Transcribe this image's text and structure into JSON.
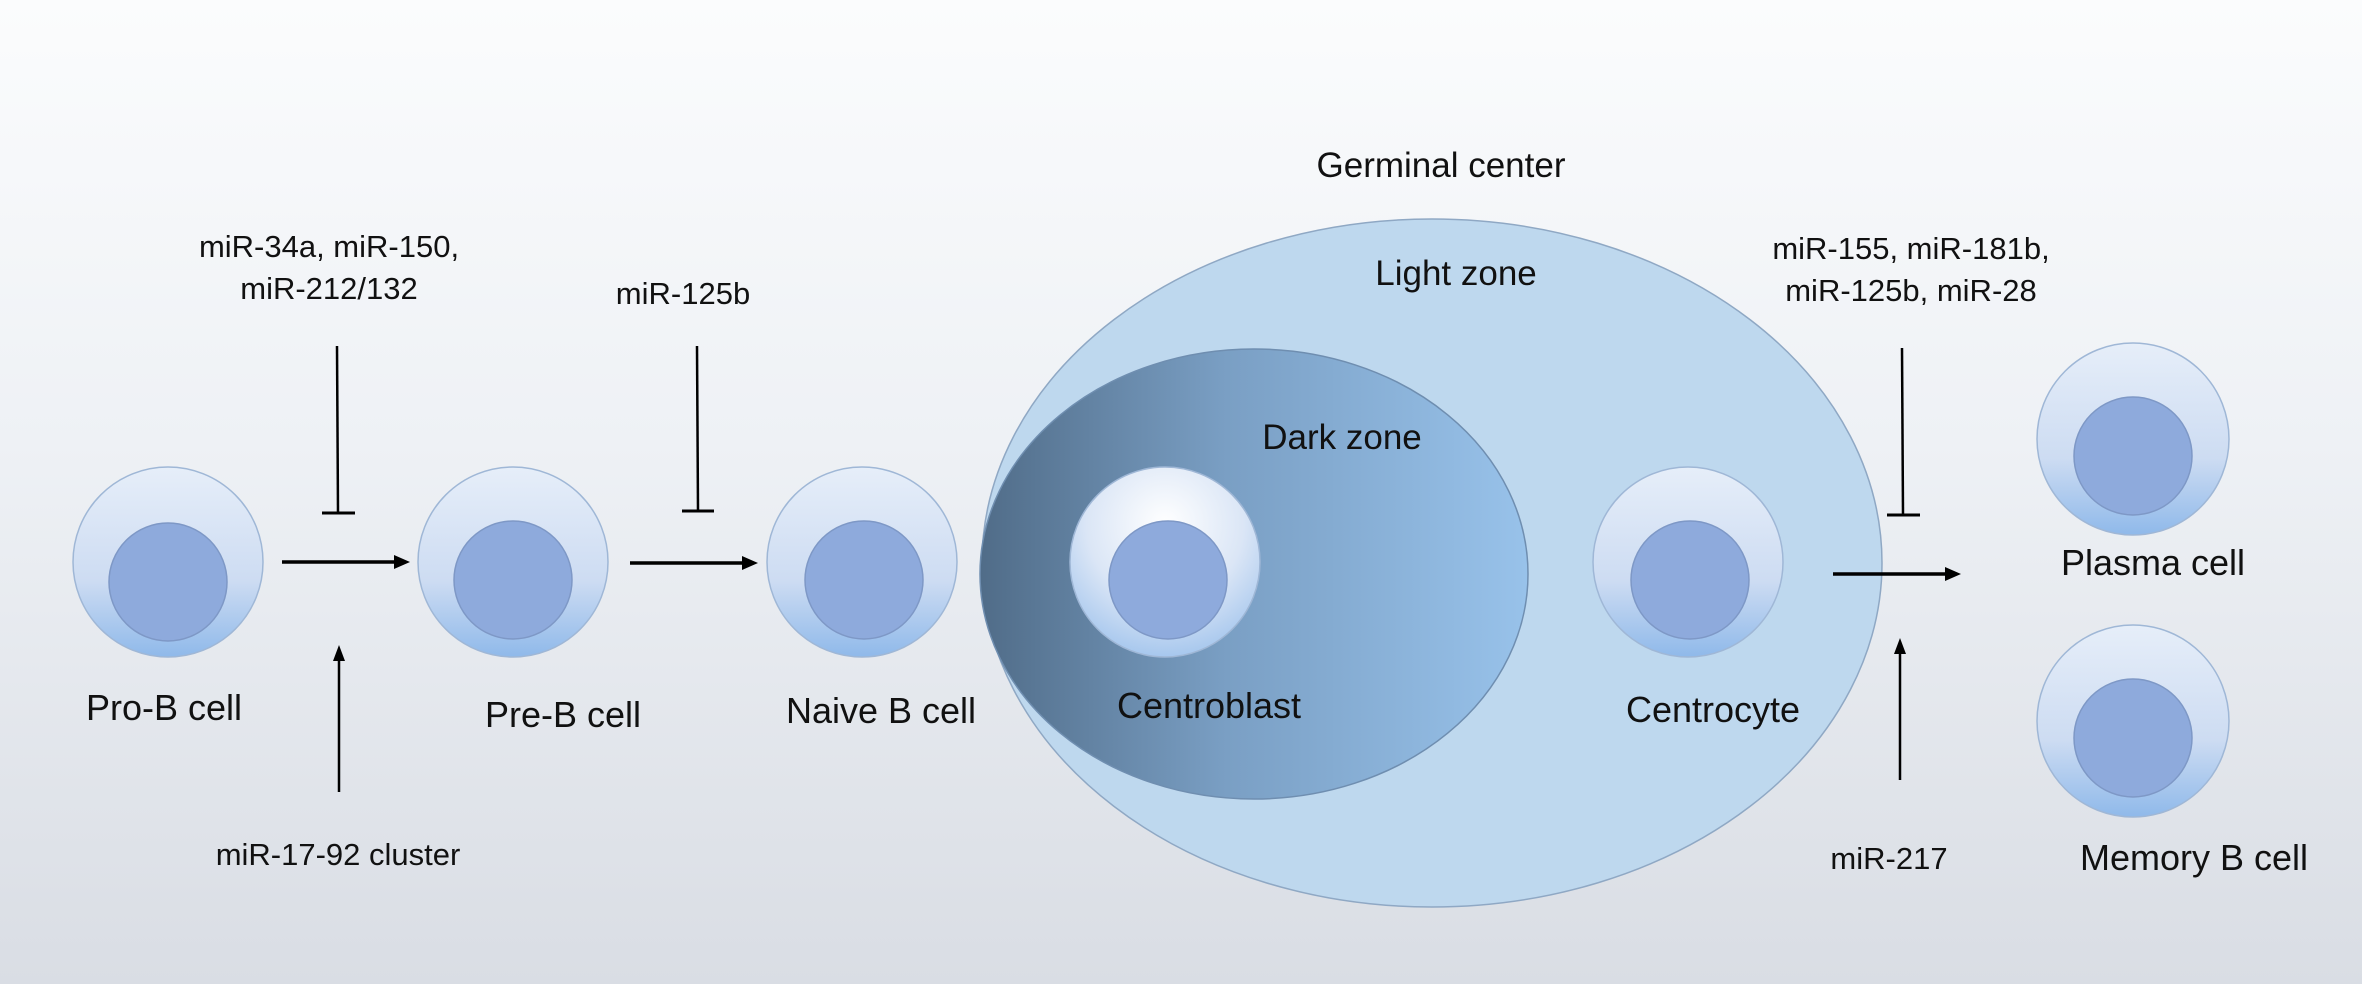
{
  "diagram": {
    "title": "Germinal center",
    "zones": {
      "light": "Light zone",
      "dark": "Dark zone"
    },
    "cells": {
      "pro_b": "Pro-B cell",
      "pre_b": "Pre-B cell",
      "naive_b": "Naive B cell",
      "centroblast": "Centroblast",
      "centrocyte": "Centrocyte",
      "plasma": "Plasma cell",
      "memory_b": "Memory B cell"
    },
    "mirnas": {
      "inhibit_pro_pre_line1": "miR-34a, miR-150,",
      "inhibit_pro_pre_line2": "miR-212/132",
      "promote_pro_pre": "miR-17-92 cluster",
      "inhibit_pre_naive": "miR-125b",
      "inhibit_gc_exit_line1": "miR-155, miR-181b,",
      "inhibit_gc_exit_line2": "miR-125b, miR-28",
      "promote_gc_exit": "miR-217"
    }
  }
}
